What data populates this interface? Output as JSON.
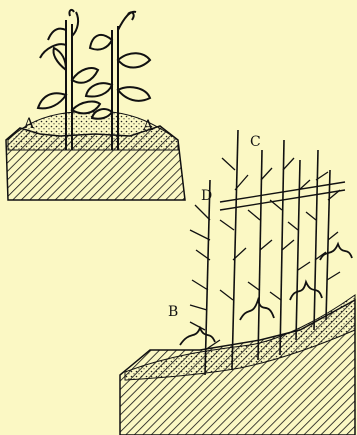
{
  "figure": {
    "background_color": "#fbf8c4",
    "ink_color": "#111111",
    "panels": [
      {
        "id": "seedling-panel",
        "labels": [
          "A",
          "A"
        ]
      },
      {
        "id": "staked-plants-panel",
        "labels": [
          "B",
          "C",
          "D"
        ]
      }
    ]
  }
}
